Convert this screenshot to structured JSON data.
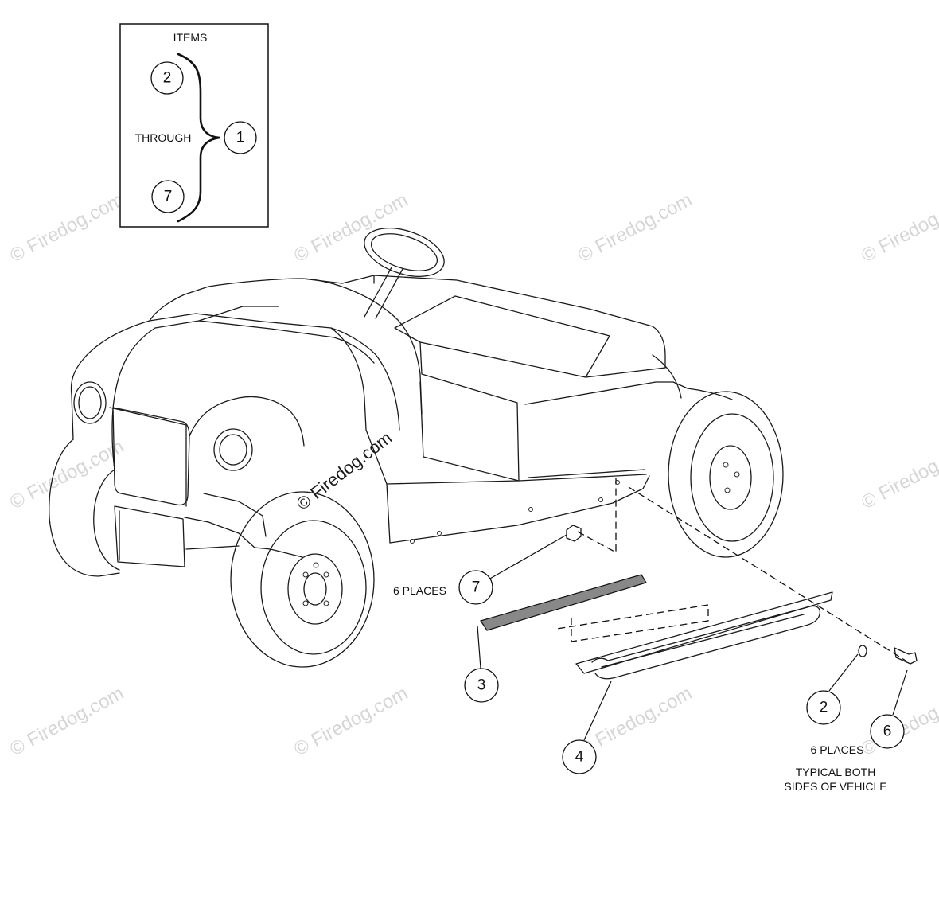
{
  "legend": {
    "title": "ITEMS",
    "from_item": "2",
    "through": "THROUGH",
    "to_item": "7",
    "assembly_item": "1"
  },
  "callouts": [
    {
      "id": "7",
      "note": "6 PLACES"
    },
    {
      "id": "3"
    },
    {
      "id": "4"
    },
    {
      "id": "2"
    },
    {
      "id": "6"
    }
  ],
  "notes": {
    "fastener_count": "6 PLACES",
    "typical_line1": "TYPICAL BOTH",
    "typical_line2": "SIDES OF VEHICLE"
  },
  "watermark": "© Firedog.com"
}
